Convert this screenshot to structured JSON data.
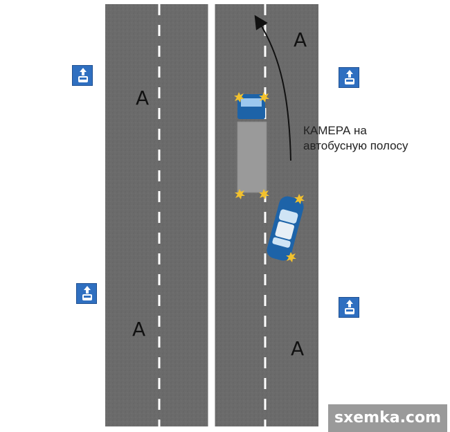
{
  "lane_letters": [
    "A",
    "A",
    "A",
    "A"
  ],
  "caption": {
    "line1": "КАМЕРА на",
    "line2": "автобусную полосу"
  },
  "signs": [
    {
      "name": "bus-lane-sign-left-top",
      "icon": "bus-lane-sign-icon"
    },
    {
      "name": "bus-lane-sign-right-top",
      "icon": "bus-lane-sign-icon"
    },
    {
      "name": "bus-lane-sign-left-bottom",
      "icon": "bus-lane-sign-icon"
    },
    {
      "name": "bus-lane-sign-right-bottom",
      "icon": "bus-lane-sign-icon"
    }
  ],
  "watermark": "sxemka.com",
  "colors": {
    "asphalt": "#6b6b6b",
    "sign_blue": "#2f6fc0",
    "car_blue": "#1d63a8",
    "truck_body": "#9a9a9a",
    "flash": "#f2c12e",
    "watermark_bg": "#9a9a9a"
  }
}
